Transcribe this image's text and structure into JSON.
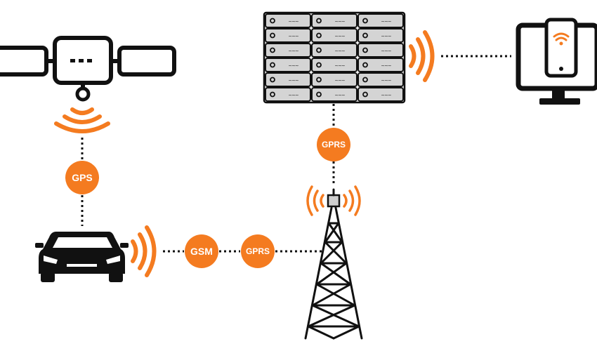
{
  "colors": {
    "accent": "#f47b20",
    "ink": "#111111",
    "rack_fill": "#d4d4d4",
    "background": "#ffffff"
  },
  "nodes": {
    "satellite": {
      "icon": "satellite-icon"
    },
    "car": {
      "icon": "car-icon"
    },
    "cell_tower": {
      "icon": "cell-tower-icon"
    },
    "server_rack": {
      "icon": "server-rack-icon",
      "rows": 6,
      "columns": 3
    },
    "monitor": {
      "icon": "monitor-with-phone-icon"
    }
  },
  "badges": {
    "gps": "GPS",
    "gsm": "GSM",
    "gprs_car_link": "GPRS",
    "gprs_server_link": "GPRS"
  },
  "server_label_text": "~~~"
}
